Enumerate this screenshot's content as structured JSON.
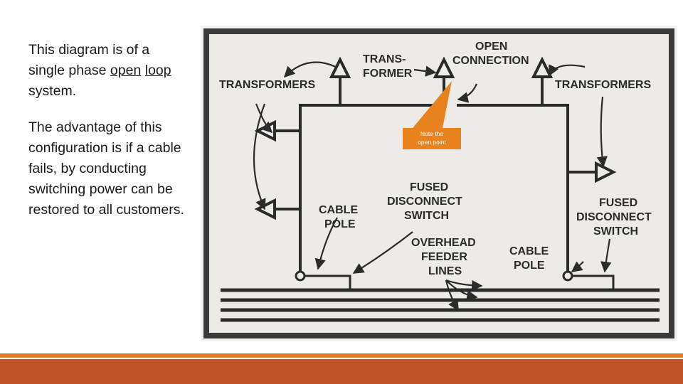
{
  "slide": {
    "paragraph1": {
      "before": "This diagram is of a single phase ",
      "underline1": "open",
      "middle": " ",
      "underline2": "loop",
      "after": " system."
    },
    "paragraph2": "The advantage of this configuration is if a cable fails, by conducting switching power can be restored to all customers."
  },
  "diagram": {
    "labels": {
      "trans_former_1": "TRANS-",
      "trans_former_2": "FORMER",
      "open_1": "OPEN",
      "open_2": "CONNECTION",
      "transformers_left": "TRANSFORMERS",
      "transformers_right": "TRANSFORMERS",
      "fused_center_1": "FUSED",
      "fused_center_2": "DISCONNECT",
      "fused_center_3": "SWITCH",
      "fused_right_1": "FUSED",
      "fused_right_2": "DISCONNECT",
      "fused_right_3": "SWITCH",
      "cable_pole_left_1": "CABLE",
      "cable_pole_left_2": "POLE",
      "cable_pole_right_1": "CABLE",
      "cable_pole_right_2": "POLE",
      "overhead_1": "OVERHEAD",
      "overhead_2": "FEEDER",
      "overhead_3": "LINES"
    },
    "callout": {
      "line1": "Note the",
      "line2": "open point"
    }
  },
  "colors": {
    "footer_bar": "#bf5427",
    "footer_line": "#e07a24",
    "callout": "#e8821e"
  }
}
